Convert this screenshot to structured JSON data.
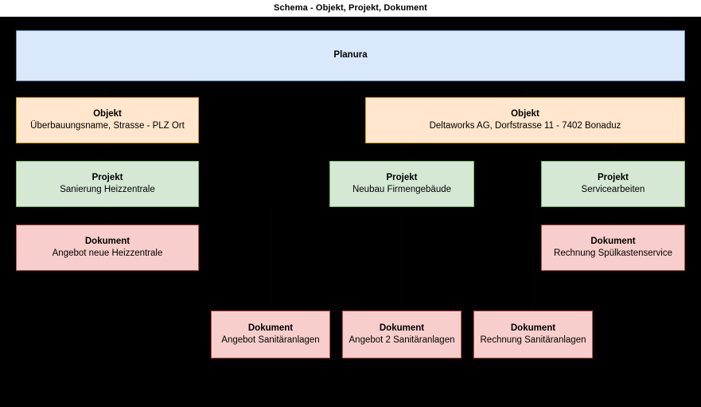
{
  "window": {
    "title": "Schema - Objekt, Projekt, Dokument"
  },
  "colors": {
    "canvas_background": "#000000",
    "titlebar_background": "#ffffff",
    "root_fill": "#dae8fc",
    "root_stroke": "#6c8ebf",
    "objekt_fill": "#ffe6cc",
    "objekt_stroke": "#d79b00",
    "projekt_fill": "#d5e8d4",
    "projekt_stroke": "#82b366",
    "dokument_fill": "#f8cecc",
    "dokument_stroke": "#b85450"
  },
  "diagram": {
    "root": {
      "title": "Planura",
      "subtitle": ""
    },
    "objekte": [
      {
        "title": "Objekt",
        "subtitle": "Überbauungsname, Strasse - PLZ Ort"
      },
      {
        "title": "Objekt",
        "subtitle": "Deltaworks AG, Dorfstrasse 11 - 7402 Bonaduz"
      }
    ],
    "projekte": [
      {
        "title": "Projekt",
        "subtitle": "Sanierung Heizzentrale"
      },
      {
        "title": "Projekt",
        "subtitle": "Neubau Firmengebäude"
      },
      {
        "title": "Projekt",
        "subtitle": "Servicearbeiten"
      }
    ],
    "dokumente_row1": [
      {
        "title": "Dokument",
        "subtitle": "Angebot neue Heizzentrale"
      },
      {
        "title": "Dokument",
        "subtitle": "Rechnung Spülkastenservice"
      }
    ],
    "dokumente_row2": [
      {
        "title": "Dokument",
        "subtitle": "Angebot Sanitäranlagen"
      },
      {
        "title": "Dokument",
        "subtitle": "Angebot 2 Sanitäranlagen"
      },
      {
        "title": "Dokument",
        "subtitle": "Rechnung Sanitäranlagen"
      }
    ]
  }
}
